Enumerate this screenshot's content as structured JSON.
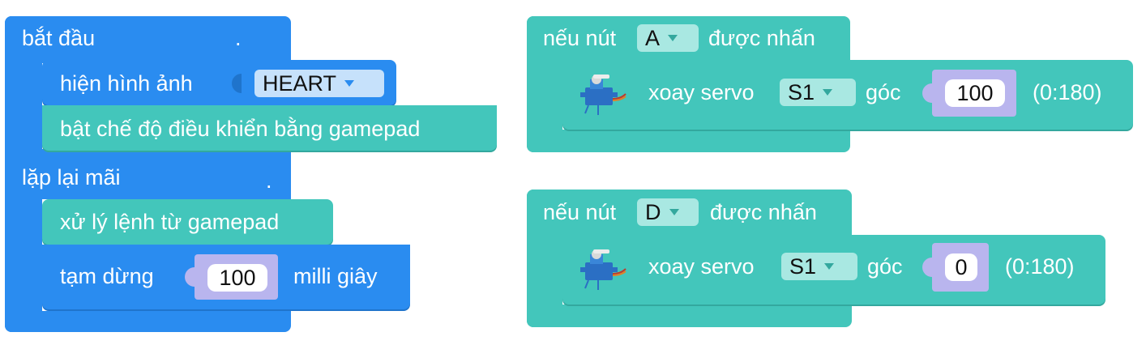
{
  "colors": {
    "basic": "#2a8cf0",
    "gamepad": "#43c6bb",
    "value_slot": "#b9b5ee"
  },
  "start_block": {
    "label": "bắt đầu",
    "dot": ".",
    "show_image": {
      "label": "hiện hình ảnh",
      "value": "HEART"
    },
    "gamepad_mode": {
      "label": "bật chế độ điều khiển bằng gamepad"
    }
  },
  "forever_block": {
    "label": "lặp lại mãi",
    "dot": ".",
    "process": {
      "label": "xử lý lệnh từ gamepad"
    },
    "pause": {
      "label": "tạm dừng",
      "value": "100",
      "unit": "milli giây"
    }
  },
  "event_a": {
    "prefix": "nếu nút",
    "button": "A",
    "suffix": "được nhấn",
    "servo": {
      "icon": "servo-motor-icon",
      "label": "xoay servo",
      "port": "S1",
      "angle_label": "góc",
      "angle": "100",
      "range": "(0:180)"
    }
  },
  "event_d": {
    "prefix": "nếu nút",
    "button": "D",
    "suffix": "được nhấn",
    "servo": {
      "icon": "servo-motor-icon",
      "label": "xoay servo",
      "port": "S1",
      "angle_label": "góc",
      "angle": "0",
      "range": "(0:180)"
    }
  }
}
